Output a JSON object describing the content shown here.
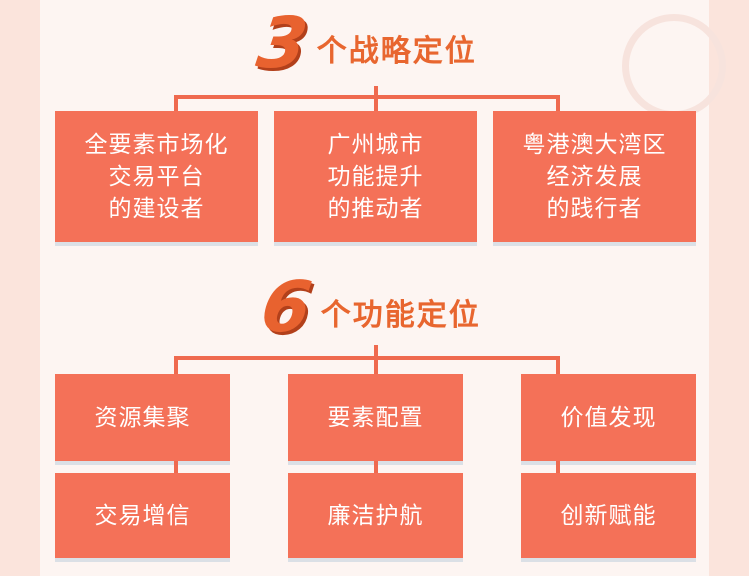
{
  "section1": {
    "number": "3",
    "title": "个战略定位",
    "boxes": [
      "全要素市场化\n交易平台\n的建设者",
      "广州城市\n功能提升\n的推动者",
      "粤港澳大湾区\n经济发展\n的践行者"
    ]
  },
  "section2": {
    "number": "6",
    "title": "个功能定位",
    "top_boxes": [
      "资源集聚",
      "要素配置",
      "价值发现"
    ],
    "bottom_boxes": [
      "交易增信",
      "廉洁护航",
      "创新赋能"
    ]
  }
}
